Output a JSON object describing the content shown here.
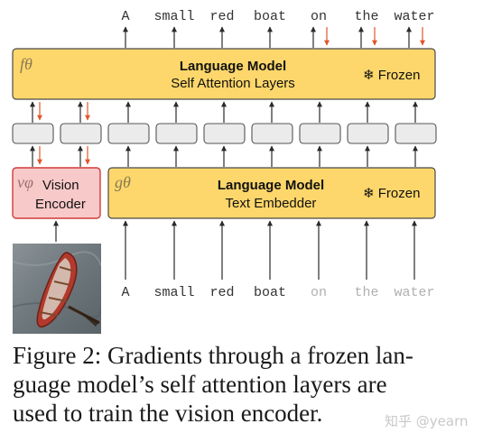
{
  "output_tokens": [
    "A",
    "small",
    "red",
    "boat",
    "on",
    "the",
    "water"
  ],
  "input_tokens": [
    "A",
    "small",
    "red",
    "boat",
    "on",
    "the",
    "water"
  ],
  "self_attention": {
    "symbol": "fθ",
    "title": "Language Model",
    "subtitle": "Self Attention Layers",
    "frozen_label": "❄ Frozen"
  },
  "text_embedder": {
    "symbol": "gθ",
    "title": "Language Model",
    "subtitle": "Text Embedder",
    "frozen_label": "❄ Frozen"
  },
  "vision_encoder": {
    "symbol": "vφ",
    "line1": "Vision",
    "line2": "Encoder"
  },
  "caption": {
    "line1": "Figure 2: Gradients through a frozen lan-",
    "line2": "guage model’s self attention layers are",
    "line3": "used to train the vision encoder."
  },
  "watermark": "知乎 @yearn",
  "colors": {
    "frozen_box_fill": "#fdd76b",
    "frozen_box_stroke": "#4a4a4a",
    "vision_box_fill": "#f8c9c9",
    "vision_box_stroke": "#d23a3a",
    "token_box_fill": "#ebebeb",
    "gradient_arrow": "#e0562a",
    "dim_token_text": "#b0b0b0"
  }
}
